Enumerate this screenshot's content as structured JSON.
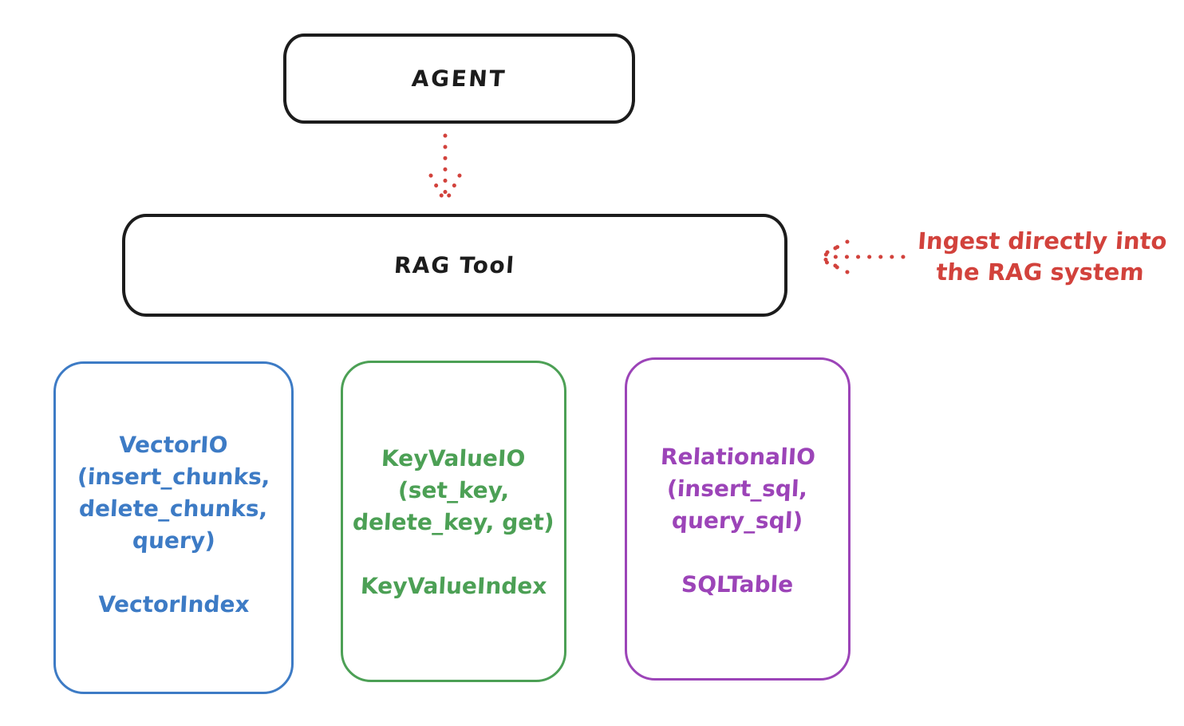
{
  "palette": {
    "ink": "#1c1c1c",
    "red": "#d2423c",
    "blue": "#3d7bc5",
    "green": "#4ca055",
    "purple": "#9c44b8"
  },
  "agent_node": {
    "label": "AGENT"
  },
  "rag_node": {
    "label": "RAG Tool"
  },
  "ingest_annotation": {
    "line1": "Ingest directly into",
    "line2": "the RAG system"
  },
  "arrows": {
    "agent_to_rag": "dotted-down-arrow",
    "ingest_to_rag": "dotted-left-arrow"
  },
  "io_nodes": {
    "vector": {
      "lines": [
        "VectorIO",
        "(insert_chunks,",
        "delete_chunks,",
        "query)"
      ],
      "index_label": "VectorIndex"
    },
    "keyvalue": {
      "lines": [
        "KeyValueIO",
        "(set_key,",
        "delete_key, get)"
      ],
      "index_label": "KeyValueIndex"
    },
    "relational": {
      "lines": [
        "RelationalIO",
        "(insert_sql,",
        "query_sql)"
      ],
      "index_label": "SQLTable"
    }
  }
}
